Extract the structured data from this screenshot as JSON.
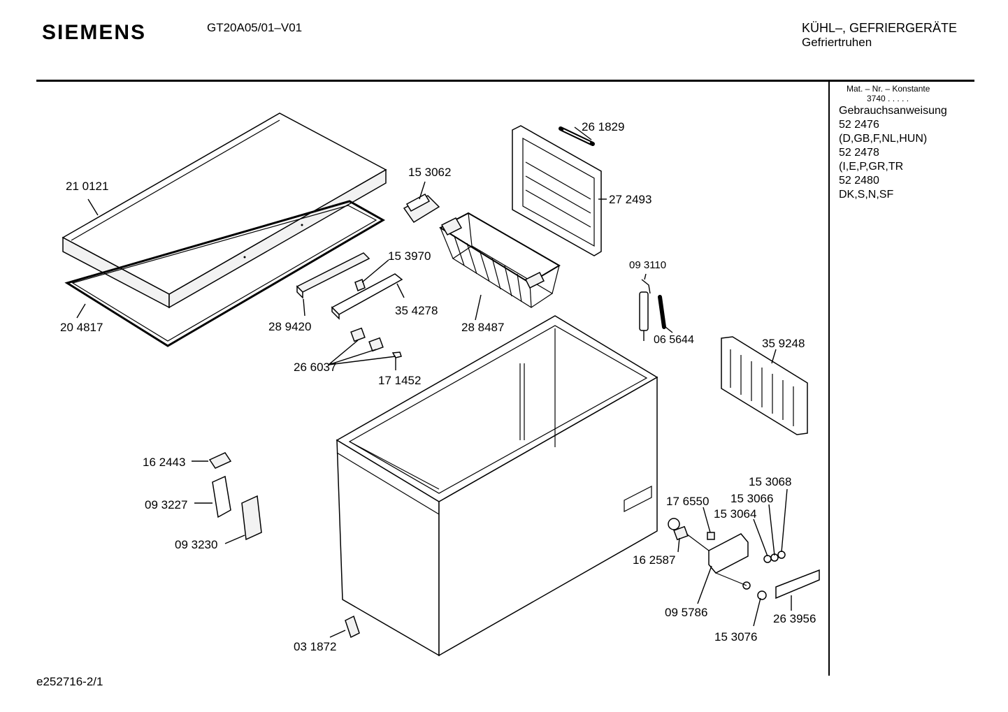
{
  "header": {
    "brand": "SIEMENS",
    "model": "GT20A05/01–V01",
    "category_line1": "KÜHL–, GEFRIERGERÄTE",
    "category_line2": "Gefriertruhen"
  },
  "sidebar": {
    "constant_label": "Mat. – Nr. – Konstante",
    "constant_value": "3740  .  .  .  .  .",
    "lines": [
      "Gebrauchsanweisung",
      "52 2476",
      "(D,GB,F,NL,HUN)",
      "52 2478",
      "(I,E,P,GR,TR",
      "52 2480",
      "DK,S,N,SF"
    ]
  },
  "parts": {
    "p210121": "21 0121",
    "p204817": "20 4817",
    "p153062": "15 3062",
    "p261829": "26 1829",
    "p272493": "27 2493",
    "p153970": "15 3970",
    "p289420": "28 9420",
    "p354278": "35 4278",
    "p288487": "28 8487",
    "p093110": "09 3110",
    "p065644": "06 5644",
    "p266037": "26 6037",
    "p171452": "17 1452",
    "p359248": "35 9248",
    "p162443": "16 2443",
    "p093227": "09 3227",
    "p093230": "09 3230",
    "p176550": "17 6550",
    "p153068": "15 3068",
    "p153066": "15 3066",
    "p153064": "15 3064",
    "p162587": "16 2587",
    "p095786": "09 5786",
    "p263956": "26 3956",
    "p153076": "15 3076",
    "p031872": "03 1872"
  },
  "footer": {
    "drawing_id": "e252716-2/1"
  }
}
